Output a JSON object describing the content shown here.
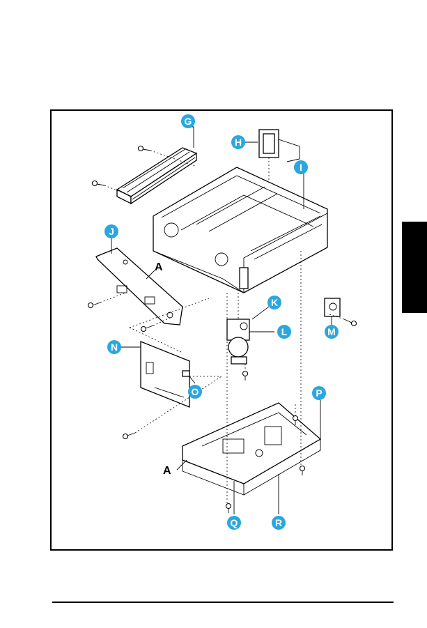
{
  "diagram": {
    "callouts": [
      {
        "id": "g",
        "label": "G"
      },
      {
        "id": "h",
        "label": "H"
      },
      {
        "id": "i",
        "label": "I"
      },
      {
        "id": "j",
        "label": "J"
      },
      {
        "id": "k",
        "label": "K"
      },
      {
        "id": "l",
        "label": "L"
      },
      {
        "id": "m",
        "label": "M"
      },
      {
        "id": "n",
        "label": "N"
      },
      {
        "id": "o",
        "label": "O"
      },
      {
        "id": "p",
        "label": "P"
      },
      {
        "id": "q",
        "label": "Q"
      },
      {
        "id": "r",
        "label": "R"
      }
    ],
    "reference_labels": [
      "A",
      "A"
    ],
    "callout_color": "#2aa7df"
  }
}
